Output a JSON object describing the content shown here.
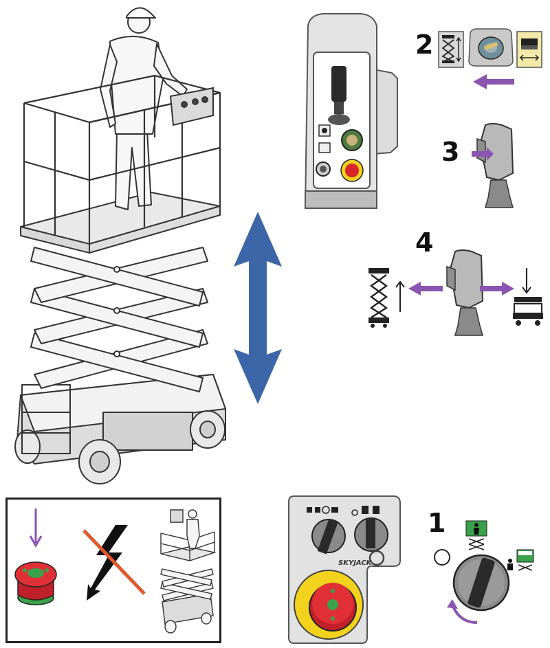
{
  "colors": {
    "accent_purple": "#8a55b0",
    "lift_arrow_blue": "#3d66a8",
    "estop_red": "#d8262c",
    "estop_yellow": "#f3d21d",
    "mode_green": "#3aa24a",
    "no_power_slash": "#e0582c"
  },
  "steps": {
    "step1": "1",
    "step2": "2",
    "step3": "3",
    "step4": "4"
  },
  "key_panel": {
    "brand": "SKYJACK"
  },
  "icons": {
    "up_down_arrow": "double-headed-vertical-arrow-icon",
    "lift_mode": "scissor-lift-up-down-icon",
    "drive_mode": "drive-left-right-icon",
    "estop": "emergency-stop-button-icon",
    "no_power": "no-electrical-power-icon",
    "rotate": "counter-clockwise-rotate-arrow-icon"
  }
}
